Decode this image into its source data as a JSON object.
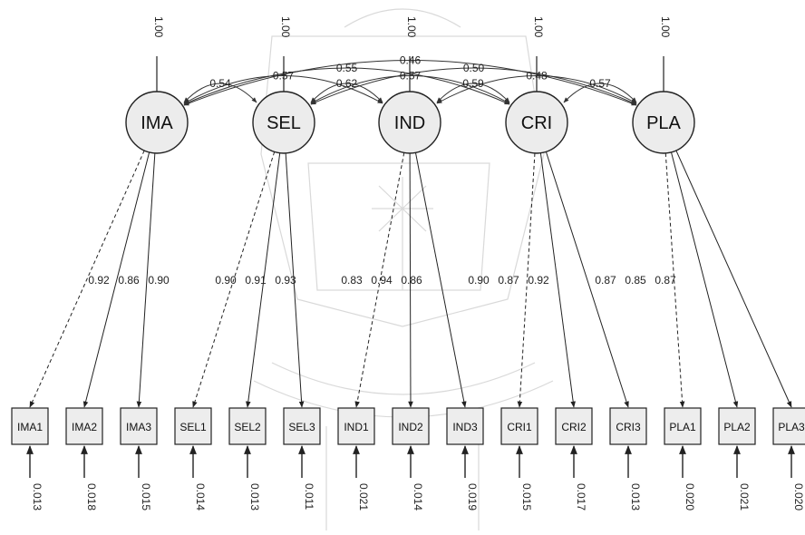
{
  "latent_variance": "1.00",
  "latents": [
    {
      "id": "IMA",
      "label": "IMA"
    },
    {
      "id": "SEL",
      "label": "SEL"
    },
    {
      "id": "IND",
      "label": "IND"
    },
    {
      "id": "CRI",
      "label": "CRI"
    },
    {
      "id": "PLA",
      "label": "PLA"
    }
  ],
  "correlations": [
    {
      "from": "IMA",
      "to": "SEL",
      "label": "0.54"
    },
    {
      "from": "SEL",
      "to": "IND",
      "label": "0.62"
    },
    {
      "from": "IND",
      "to": "CRI",
      "label": "0.59"
    },
    {
      "from": "CRI",
      "to": "PLA",
      "label": "0.57"
    },
    {
      "from": "IMA",
      "to": "IND",
      "label": "0.57"
    },
    {
      "from": "SEL",
      "to": "CRI",
      "label": "0.57"
    },
    {
      "from": "IND",
      "to": "PLA",
      "label": "0.48"
    },
    {
      "from": "IMA",
      "to": "CRI",
      "label": "0.55"
    },
    {
      "from": "SEL",
      "to": "PLA",
      "label": "0.50"
    },
    {
      "from": "IMA",
      "to": "PLA",
      "label": "0.46"
    }
  ],
  "indicators": [
    {
      "label": "IMA1",
      "latent": "IMA",
      "loading": "0.92",
      "fixed": true,
      "error": "0.013"
    },
    {
      "label": "IMA2",
      "latent": "IMA",
      "loading": "0.86",
      "fixed": false,
      "error": "0.018"
    },
    {
      "label": "IMA3",
      "latent": "IMA",
      "loading": "0.90",
      "fixed": false,
      "error": "0.015"
    },
    {
      "label": "SEL1",
      "latent": "SEL",
      "loading": "0.90",
      "fixed": true,
      "error": "0.014"
    },
    {
      "label": "SEL2",
      "latent": "SEL",
      "loading": "0.91",
      "fixed": false,
      "error": "0.013"
    },
    {
      "label": "SEL3",
      "latent": "SEL",
      "loading": "0.93",
      "fixed": false,
      "error": "0.011"
    },
    {
      "label": "IND1",
      "latent": "IND",
      "loading": "0.83",
      "fixed": true,
      "error": "0.021"
    },
    {
      "label": "IND2",
      "latent": "IND",
      "loading": "0.94",
      "fixed": false,
      "error": "0.014"
    },
    {
      "label": "IND3",
      "latent": "IND",
      "loading": "0.86",
      "fixed": false,
      "error": "0.019"
    },
    {
      "label": "CRI1",
      "latent": "CRI",
      "loading": "0.90",
      "fixed": true,
      "error": "0.015"
    },
    {
      "label": "CRI2",
      "latent": "CRI",
      "loading": "0.87",
      "fixed": false,
      "error": "0.017"
    },
    {
      "label": "CRI3",
      "latent": "CRI",
      "loading": "0.92",
      "fixed": false,
      "error": "0.013"
    },
    {
      "label": "PLA1",
      "latent": "PLA",
      "loading": "0.87",
      "fixed": true,
      "error": "0.020"
    },
    {
      "label": "PLA2",
      "latent": "PLA",
      "loading": "0.85",
      "fixed": false,
      "error": "0.021"
    },
    {
      "label": "PLA3",
      "latent": "PLA",
      "loading": "0.87",
      "fixed": false,
      "error": "0.020"
    }
  ]
}
